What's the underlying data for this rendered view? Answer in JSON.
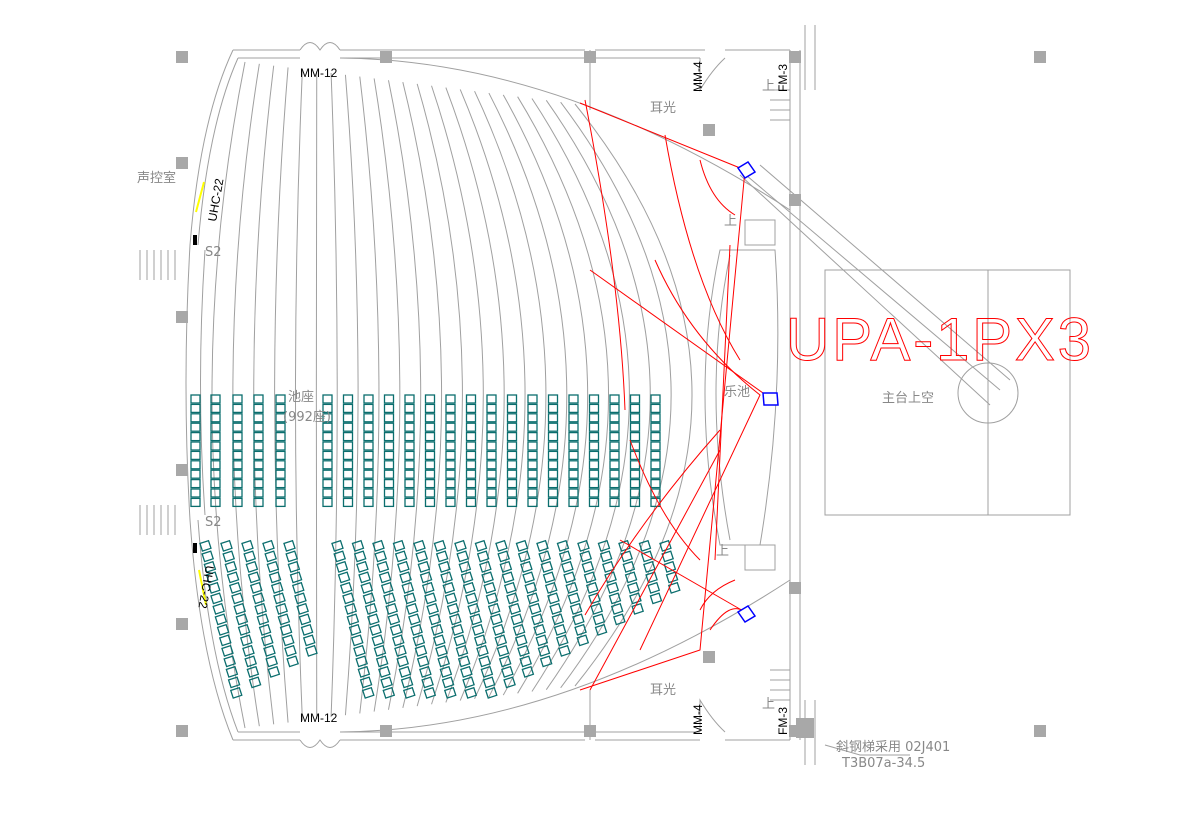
{
  "labels": {
    "mm12_top": "MM-12",
    "mm12_bottom": "MM-12",
    "mm4_top": "MM-4",
    "mm4_bottom": "MM-4",
    "fm3_top": "FM-3",
    "fm3_bottom": "FM-3",
    "side_light_top": "耳光",
    "side_light_bottom": "耳光",
    "up": "上",
    "orchestra_pit": "乐池",
    "stage_above": "主台上空",
    "speaker_model": "UPA-1PX3",
    "control_room": "声控室",
    "uhc_top": "UHC-22",
    "uhc_bottom": "UHC-22",
    "stalls": "池座",
    "stalls_count": "(992座)",
    "s2_top": "S2",
    "s2_bottom": "S2",
    "stair_note": "斜钢梯采用  02J401",
    "stair_code": "T3B07a-34.5"
  },
  "colors": {
    "line": "#a0a0a0",
    "seat": "#0b6e6e",
    "coverage": "#ff0000",
    "speaker": "#0000ff",
    "column": "#a8a8a8",
    "highlight": "#ffff00"
  }
}
